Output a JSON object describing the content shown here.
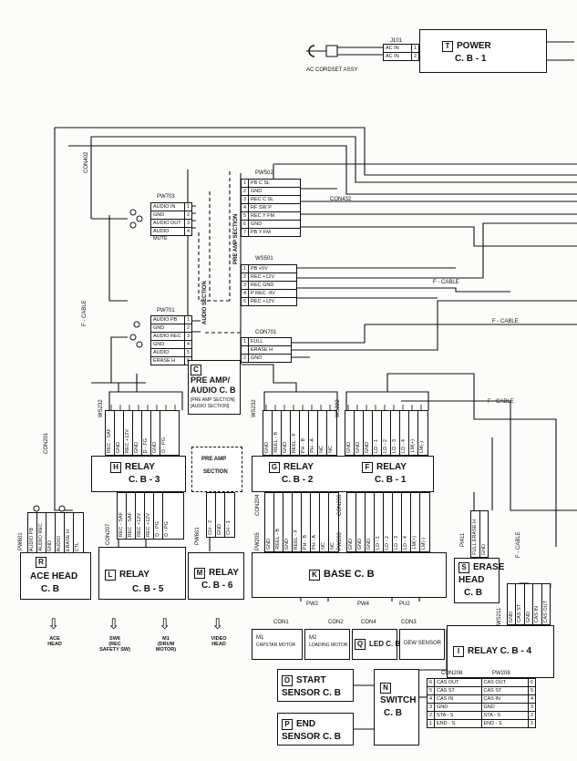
{
  "power": {
    "letter": "T",
    "name": "POWER",
    "board": "C. B - 1",
    "connector": "J101",
    "pins": [
      {
        "n": "AC IN",
        "p": "1"
      },
      {
        "n": "AC IN",
        "p": "2"
      }
    ],
    "cord": "AC CORDSET ASSY"
  },
  "pre_amp": {
    "letter": "C",
    "title": "PRE AMP/",
    "title2": "AUDIO C. B",
    "note1": "[PRE AMP SECTION]",
    "note2": "[AUDIO SECTION]",
    "section_pre": "PRE AMP SECTION",
    "section_audio": "AUDIO SECTION"
  },
  "pw703": {
    "label": "PW703",
    "pins": [
      {
        "n": "AUDIO IN",
        "p": "1"
      },
      {
        "n": "GND",
        "p": "2"
      },
      {
        "n": "AUDIO OUT",
        "p": "3"
      },
      {
        "n": "AUDIO MUTE",
        "p": "4"
      }
    ],
    "wire": "CON402"
  },
  "pw502": {
    "label": "PW502",
    "pins": [
      {
        "n": "PB C SL",
        "p": "1"
      },
      {
        "n": "GND",
        "p": "2"
      },
      {
        "n": "REC C SL",
        "p": "3"
      },
      {
        "n": "RF SW P",
        "p": "4"
      },
      {
        "n": "REC Y FM",
        "p": "5"
      },
      {
        "n": "GND",
        "p": "6"
      },
      {
        "n": "PB Y FM",
        "p": "7"
      }
    ],
    "wire": "CON432"
  },
  "ws501": {
    "label": "WS501",
    "pins": [
      {
        "n": "PB +5V",
        "p": "1"
      },
      {
        "n": "REC +12V",
        "p": "2"
      },
      {
        "n": "REC GND",
        "p": "3"
      },
      {
        "n": "P REC -9V",
        "p": "4"
      },
      {
        "n": "REC +12V",
        "p": "5"
      }
    ],
    "wire": "F - CABLE"
  },
  "pw701": {
    "label": "PW701",
    "pins": [
      {
        "n": "AUDIO PB",
        "p": "1"
      },
      {
        "n": "GND",
        "p": "2"
      },
      {
        "n": "AUDIO REC",
        "p": "3"
      },
      {
        "n": "GND",
        "p": "4"
      },
      {
        "n": "AUDIO",
        "p": "5"
      },
      {
        "n": "ERASE H",
        "p": "6"
      }
    ],
    "wire": "F - CABLE"
  },
  "con701": {
    "label": "CON701",
    "pins": [
      {
        "n": "FULL",
        "p": "1"
      },
      {
        "n": "ERASE H",
        "p": ""
      },
      {
        "n": "GND",
        "p": "2"
      }
    ],
    "wire": "F - CABLE"
  },
  "relay_h": {
    "letter": "H",
    "name": "RELAY",
    "board": "C. B - 3",
    "connector": "WS232",
    "pins": [
      "REC - SAF",
      "GND",
      "REC +12V",
      "GND",
      "D - FG",
      "GND",
      "D - PG"
    ]
  },
  "relay_g": {
    "letter": "G",
    "name": "RELAY",
    "board": "C. B - 2",
    "connector": "WS232",
    "pins": [
      "GND",
      "REEL - B",
      "GND",
      "REEL - F",
      "PH - B",
      "PH - A",
      "NC",
      "NC"
    ]
  },
  "relay_f": {
    "letter": "F",
    "name": "RELAY",
    "board": "C. B - 1",
    "connector": "WS222",
    "pins": [
      "GND",
      "GND",
      "GND",
      "LD - 1",
      "LD - 2",
      "LD - 3",
      "LD - 4",
      "LM(+)",
      "LM(-)"
    ]
  },
  "preamp_sec": {
    "line1": "PRE AMP",
    "line2": "SECTION"
  },
  "ace_head": {
    "letter": "R",
    "name": "ACE HEAD",
    "board": "C. B",
    "connector": "PW601",
    "pins": [
      "AUDIO PB",
      "AUDIO REC",
      "GND",
      "AUDIO",
      "ERASE H",
      "CTL"
    ]
  },
  "relay_l": {
    "letter": "L",
    "name": "RELAY",
    "board": "C. B - 5",
    "connector": "CON207",
    "pins": [
      "REC - SAF",
      "REC - SAF",
      "REC +12V",
      "REC +12V",
      "D - PG",
      "D - PG"
    ]
  },
  "relay_m": {
    "letter": "M",
    "name": "RELAY",
    "board": "C. B - 6",
    "connector": "PW601",
    "pins": [
      "CH - 2",
      "GND",
      "CH - 1"
    ]
  },
  "base": {
    "letter": "K",
    "name": "BASE C. B",
    "pw205": "PW205",
    "pw208": "PW208",
    "pw209": "PW209",
    "con204": "CON204",
    "con206": "CON206",
    "con201": "CON201"
  },
  "erase_head": {
    "letter": "S",
    "name": "ERASE",
    "name2": "HEAD",
    "board": "C. B",
    "connector": "PI411",
    "pins": [
      "FULL ERASE H",
      "GND"
    ]
  },
  "relay_i": {
    "letter": "I",
    "name": "RELAY C. B - 4",
    "connector": "WS211",
    "pins": [
      "GND",
      "CAS ST",
      "GND",
      "CAS IN",
      "CAS OUT"
    ]
  },
  "motors": {
    "m1_label": "M1",
    "m1_name": "CAPSTAN MOTOR",
    "m2_label": "M2",
    "m2_name": "LOADING MOTOR",
    "con1": "CON1",
    "con2": "CON2",
    "pw2": "PW2",
    "pw4": "PW4",
    "pu2": "PU2",
    "con4": "CON4",
    "con3": "CON3"
  },
  "led": {
    "letter": "Q",
    "name": "LED C. B"
  },
  "dew": {
    "name": "DEW SENSOR"
  },
  "start_sensor": {
    "letter": "O",
    "name": "START",
    "name2": "SENSOR C. B"
  },
  "end_sensor": {
    "letter": "P",
    "name": "END",
    "name2": "SENSOR C. B"
  },
  "switch": {
    "letter": "N",
    "name": "SWITCH",
    "board": "C. B"
  },
  "con208": {
    "label": "CON208",
    "pw208": "PW208",
    "rows": [
      {
        "a": "CAS OUT",
        "b": "CAS OUT",
        "p": "6"
      },
      {
        "a": "CAS ST",
        "b": "CAS ST",
        "p": "5"
      },
      {
        "a": "CAS IN",
        "b": "CAS IN",
        "p": "4"
      },
      {
        "a": "GND",
        "b": "GND",
        "p": "3"
      },
      {
        "a": "STA - S",
        "b": "STA - S",
        "p": "2"
      },
      {
        "a": "END - S",
        "b": "END - S",
        "p": "1"
      }
    ]
  },
  "footer": [
    {
      "id": "ace",
      "t1": "ACE",
      "t2": "HEAD"
    },
    {
      "id": "sw6",
      "t1": "SW6",
      "t2": "(REC",
      "t3": "SAFETY SW)"
    },
    {
      "id": "m1",
      "t1": "M1",
      "t2": "(DRUM",
      "t3": "MOTOR)"
    },
    {
      "id": "video",
      "t1": "VIDEO",
      "t2": "HEAD"
    }
  ],
  "wire_labels": {
    "con402": "CON402",
    "con432": "CON432",
    "fcable1": "F - CABLE",
    "fcable2": "F - CABLE",
    "fcable3": "F - CABLE",
    "fcable4": "F - CABLE",
    "fcable5": "F - CABLE",
    "con201": "CON201"
  }
}
